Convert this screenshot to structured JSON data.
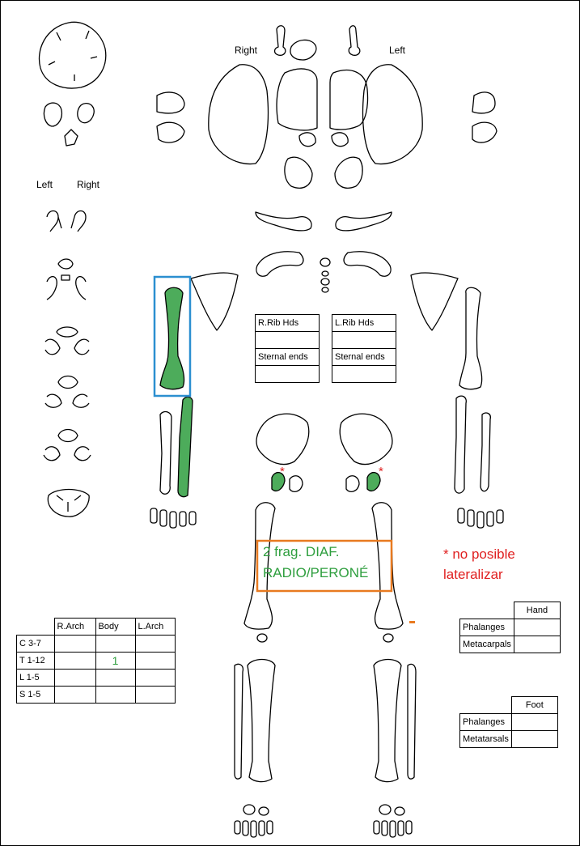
{
  "orientation": {
    "skull_right": "Right",
    "skull_left": "Left",
    "vert_left": "Left",
    "vert_right": "Right"
  },
  "rib_heads": {
    "right_header": "R.Rib Hds",
    "left_header": "L.Rib Hds",
    "right_sternal": "Sternal ends",
    "left_sternal": "Sternal ends"
  },
  "vertebra_table": {
    "headers": [
      "R.Arch",
      "Body",
      "L.Arch"
    ],
    "rows": [
      {
        "label": "C 3-7",
        "r_arch": "",
        "body": "",
        "l_arch": ""
      },
      {
        "label": "T 1-12",
        "r_arch": "",
        "body": "1",
        "l_arch": ""
      },
      {
        "label": "L 1-5",
        "r_arch": "",
        "body": "",
        "l_arch": ""
      },
      {
        "label": "S 1-5",
        "r_arch": "",
        "body": "",
        "l_arch": ""
      }
    ]
  },
  "hand_table": {
    "title": "Hand",
    "rows": [
      "Phalanges",
      "Metacarpals"
    ]
  },
  "foot_table": {
    "title": "Foot",
    "rows": [
      "Phalanges",
      "Metatarsals"
    ]
  },
  "annotations": {
    "fragment_line1": "2 frag. DIAF.",
    "fragment_line2": "RADIO/PERONÉ",
    "note": "* no posible lateralizar",
    "asterisk_right": "*",
    "asterisk_left": "*"
  },
  "colors": {
    "present_bone": "#2e9e3e",
    "humerus_box": "#2b8fd0",
    "fragment_box": "#e87a20",
    "note_text": "#e02020"
  }
}
